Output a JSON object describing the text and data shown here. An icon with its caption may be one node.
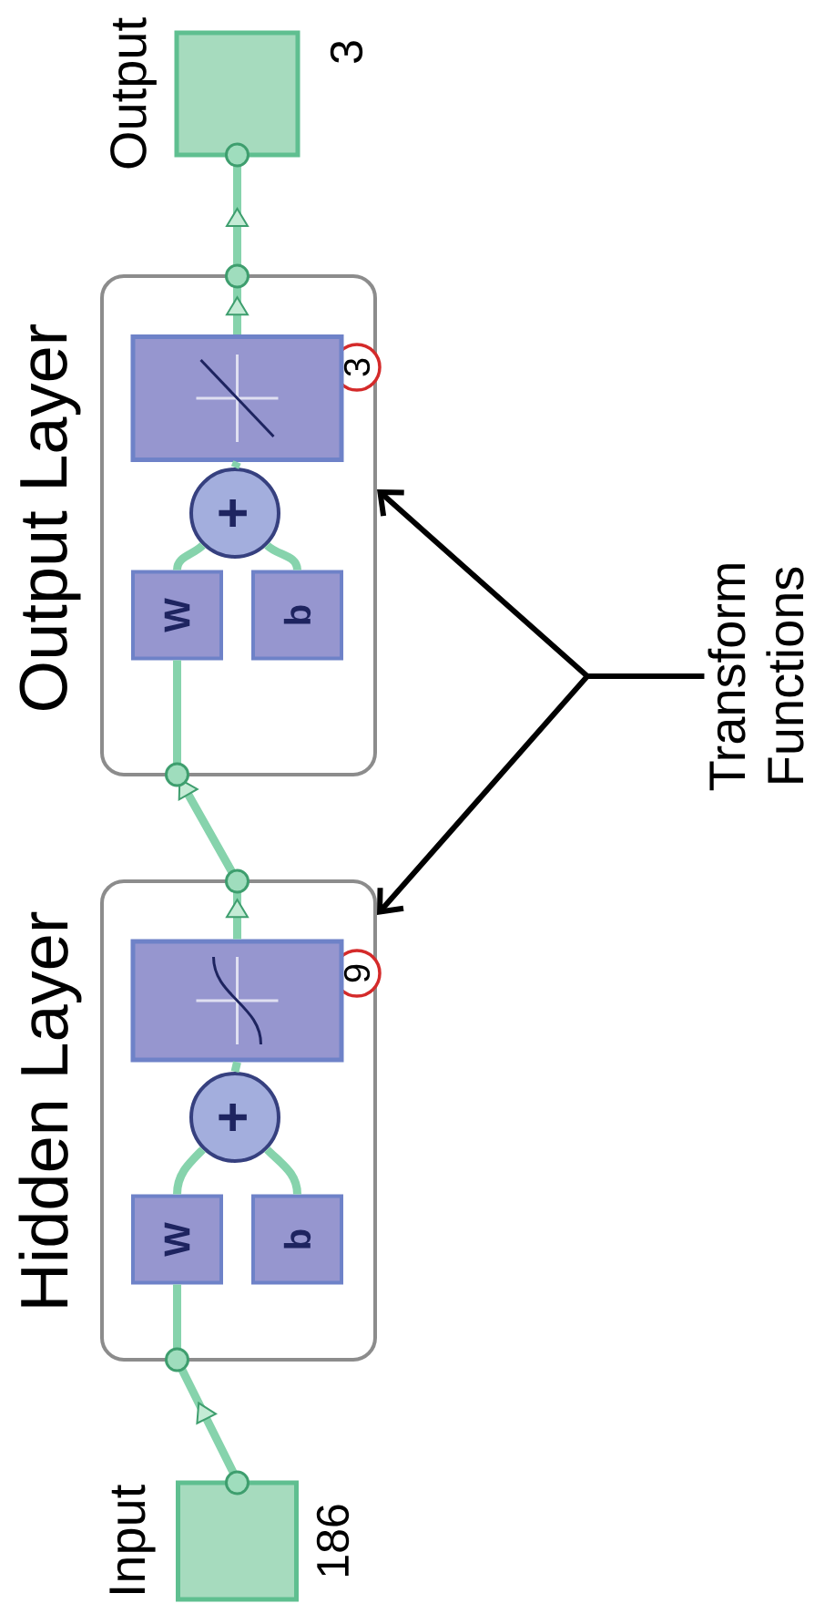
{
  "diagram": {
    "nodes": [
      {
        "text": [
          "Input"
        ],
        "beside": [
          "186"
        ]
      },
      {
        "text": [
          "Hidden Layer"
        ],
        "beside": [
          "9"
        ]
      },
      {
        "text": [
          "W"
        ],
        "in": 1
      },
      {
        "text": [
          "b"
        ],
        "in": 1
      },
      {
        "text": [
          "+"
        ],
        "in": 1
      },
      {
        "text": [],
        "shape": "box",
        "in": 1
      },
      {
        "text": [
          "Output Layer"
        ],
        "beside": [
          "3"
        ]
      },
      {
        "text": [
          "W"
        ],
        "in": 6
      },
      {
        "text": [
          "b"
        ],
        "in": 6
      },
      {
        "text": [
          "+"
        ],
        "in": 6
      },
      {
        "text": [],
        "shape": "box",
        "in": 6
      },
      {
        "text": [
          "Output"
        ],
        "beside": [
          "3"
        ]
      },
      {
        "text": [
          "Transform Functions"
        ]
      }
    ],
    "edges": [
      {
        "from": 0,
        "to": 2,
        "arrow": "to"
      },
      {
        "from": 2,
        "to": 4,
        "arrow": "none"
      },
      {
        "from": 3,
        "to": 4,
        "arrow": "none"
      },
      {
        "from": 4,
        "to": 5,
        "arrow": "none"
      },
      {
        "from": 5,
        "to": 7,
        "arrow": "to"
      },
      {
        "from": 7,
        "to": 9,
        "arrow": "none"
      },
      {
        "from": 8,
        "to": 9,
        "arrow": "none"
      },
      {
        "from": 9,
        "to": 10,
        "arrow": "none"
      },
      {
        "from": 10,
        "to": 11,
        "arrow": "to"
      },
      {
        "from": 12,
        "to": 6,
        "arrow": "to",
        "color": "#000000"
      },
      {
        "from": 12,
        "to": 1,
        "arrow": "to",
        "color": "#000000"
      }
    ]
  }
}
